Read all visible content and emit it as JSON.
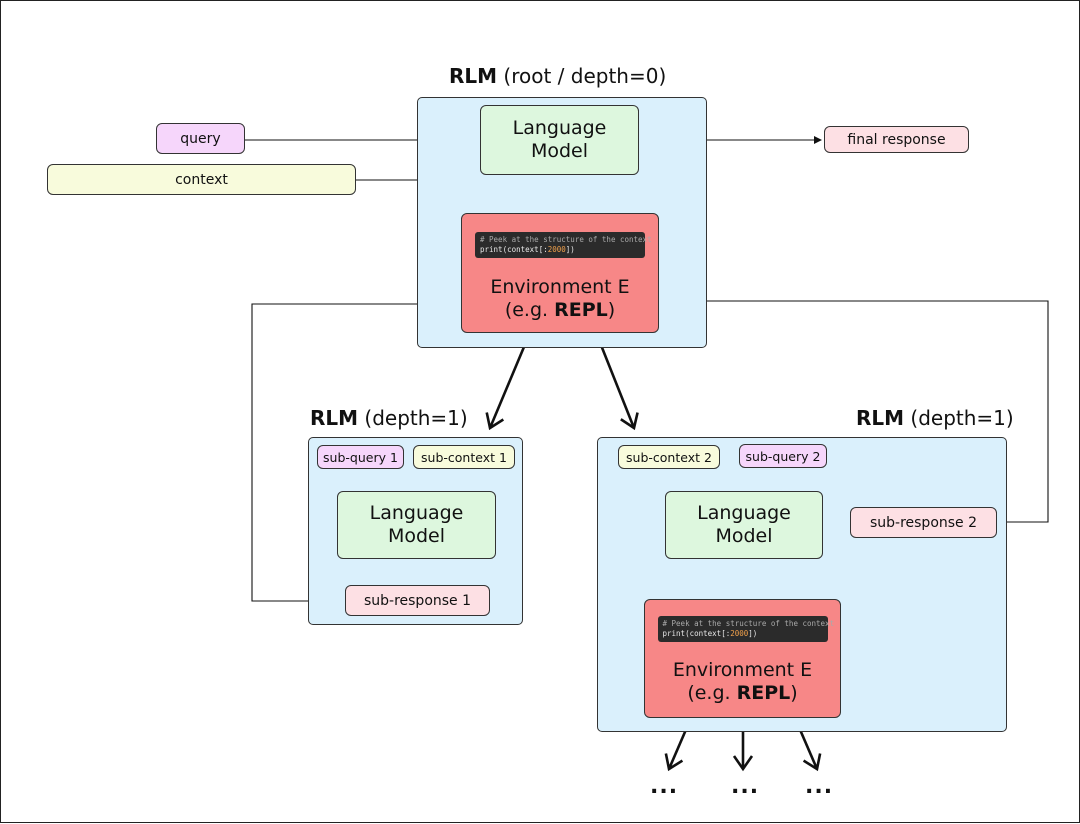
{
  "root": {
    "title_bold": "RLM",
    "title_rest": " (root / depth=0)",
    "query": "query",
    "context": "context",
    "final_response": "final response",
    "lm_line1": "Language",
    "lm_line2": "Model",
    "env": {
      "code_comment": "# Peek at the structure of the context",
      "code_prefix": "print(context[:",
      "code_number": "2000",
      "code_suffix": "])",
      "line1": "Environment E",
      "line2_prefix": "(e.g. ",
      "line2_bold": "REPL",
      "line2_suffix": ")"
    }
  },
  "child1": {
    "title_bold": "RLM",
    "title_rest": " (depth=1)",
    "sub_query": "sub-query 1",
    "sub_context": "sub-context 1",
    "lm_line1": "Language",
    "lm_line2": "Model",
    "sub_response": "sub-response 1"
  },
  "child2": {
    "title_bold": "RLM",
    "title_rest": " (depth=1)",
    "sub_context": "sub-context 2",
    "sub_query": "sub-query 2",
    "lm_line1": "Language",
    "lm_line2": "Model",
    "sub_response": "sub-response 2",
    "env": {
      "code_comment": "# Peek at the structure of the context",
      "code_prefix": "print(context[:",
      "code_number": "2000",
      "code_suffix": "])",
      "line1": "Environment E",
      "line2_prefix": "(e.g. ",
      "line2_bold": "REPL",
      "line2_suffix": ")"
    }
  },
  "continuation": [
    "...",
    "...",
    "..."
  ]
}
